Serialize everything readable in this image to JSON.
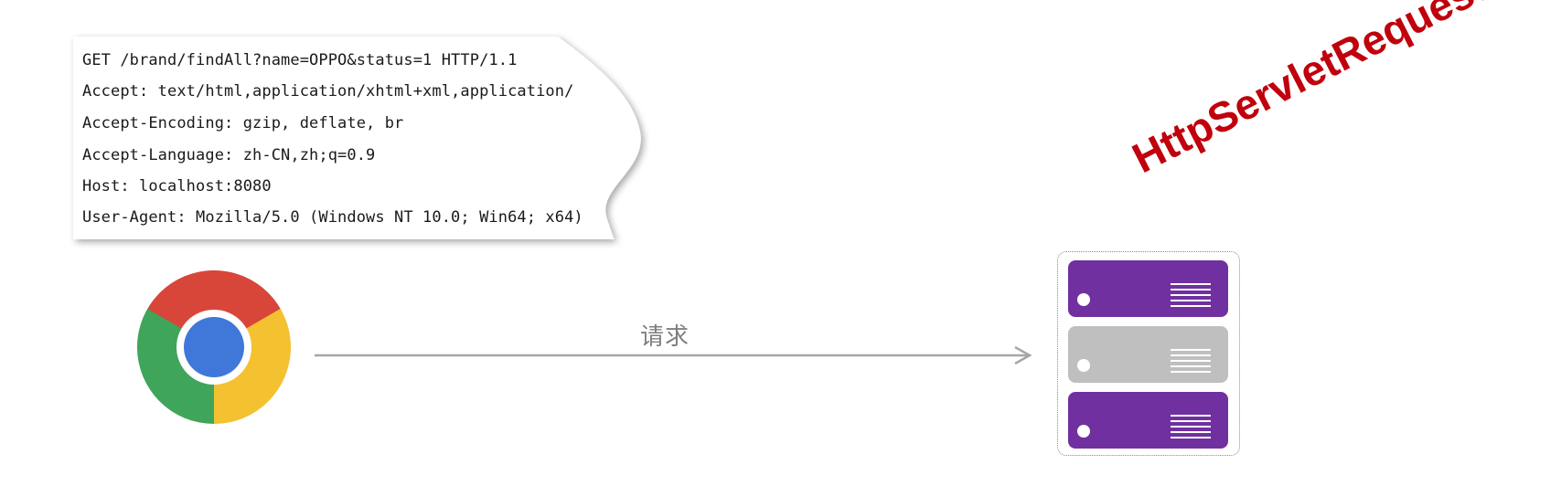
{
  "request": {
    "lines": [
      "GET /brand/findAll?name=OPPO&status=1 HTTP/1.1",
      "Accept: text/html,application/xhtml+xml,application/",
      "Accept-Encoding: gzip, deflate, br",
      "Accept-Language: zh-CN,zh;q=0.9",
      "Host: localhost:8080",
      "User-Agent: Mozilla/5.0 (Windows NT 10.0; Win64; x64)"
    ]
  },
  "arrow": {
    "label": "请求"
  },
  "server": {
    "units": [
      {
        "color": "#7030a0"
      },
      {
        "color": "#bfbfbf"
      },
      {
        "color": "#7030a0"
      }
    ]
  },
  "annotation": {
    "text": "HttpServletRequest",
    "color": "#c0000c"
  },
  "icons": [
    "chrome-browser-icon",
    "server-icon",
    "arrow-right-icon"
  ]
}
